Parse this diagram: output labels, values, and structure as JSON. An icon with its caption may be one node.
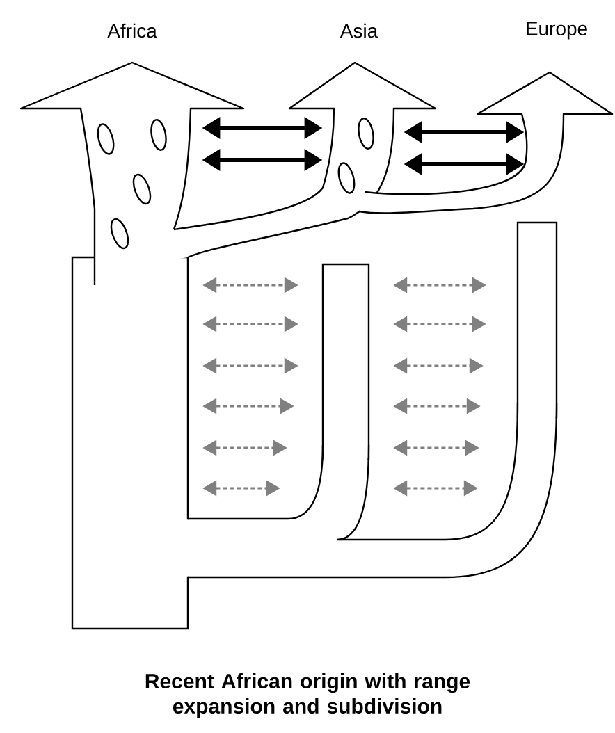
{
  "diagram": {
    "caption": "Recent African origin with range expansion and subdivision",
    "nodes": [
      {
        "text": [
          "Africa"
        ]
      },
      {
        "text": [
          "Asia"
        ]
      },
      {
        "text": [
          "Europe"
        ]
      },
      {
        "text": [],
        "shape": "bar"
      },
      {
        "text": [],
        "shape": "bar"
      },
      {
        "text": [],
        "shape": "bar"
      }
    ],
    "edges": [
      {
        "from": 0,
        "to": 1,
        "arrow": "both",
        "color": "#000000"
      },
      {
        "from": 0,
        "to": 1,
        "arrow": "both",
        "color": "#000000"
      },
      {
        "from": 1,
        "to": 2,
        "arrow": "both",
        "color": "#000000"
      },
      {
        "from": 1,
        "to": 2,
        "arrow": "both",
        "color": "#000000"
      },
      {
        "from": 3,
        "to": 4,
        "arrow": "both",
        "style": "dashed"
      },
      {
        "from": 3,
        "to": 4,
        "arrow": "both",
        "style": "dashed"
      },
      {
        "from": 3,
        "to": 4,
        "arrow": "both",
        "style": "dashed"
      },
      {
        "from": 3,
        "to": 4,
        "arrow": "both",
        "style": "dashed"
      },
      {
        "from": 3,
        "to": 4,
        "arrow": "both",
        "style": "dashed"
      },
      {
        "from": 3,
        "to": 4,
        "arrow": "both",
        "style": "dashed"
      },
      {
        "from": 4,
        "to": 5,
        "arrow": "both",
        "style": "dashed"
      },
      {
        "from": 4,
        "to": 5,
        "arrow": "both",
        "style": "dashed"
      },
      {
        "from": 4,
        "to": 5,
        "arrow": "both",
        "style": "dashed"
      },
      {
        "from": 4,
        "to": 5,
        "arrow": "both",
        "style": "dashed"
      },
      {
        "from": 4,
        "to": 5,
        "arrow": "both",
        "style": "dashed"
      },
      {
        "from": 4,
        "to": 5,
        "arrow": "both",
        "style": "dashed"
      }
    ]
  }
}
